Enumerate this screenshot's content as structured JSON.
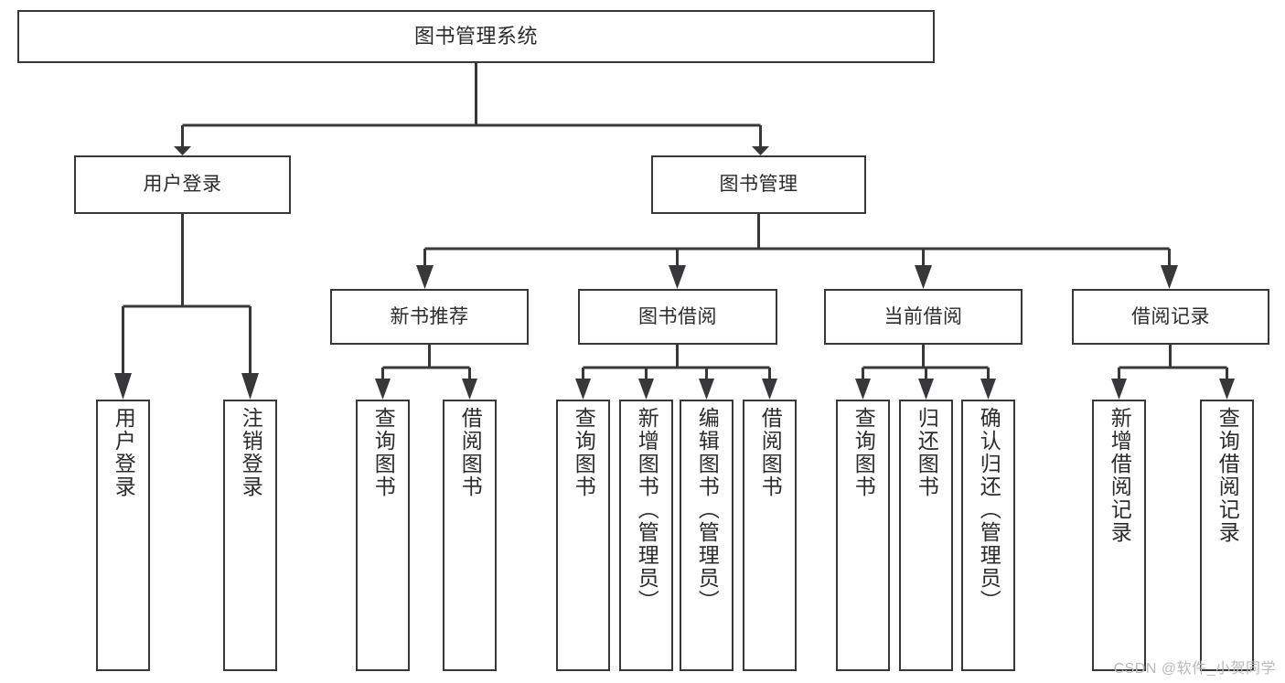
{
  "diagram": {
    "title": "图书管理系统",
    "type": "tree",
    "watermark": "CSDN @软件_小贺同学",
    "stroke_color": "#38383a",
    "fill_color": "#ffffff",
    "text_color": "#2b2b2b",
    "root": {
      "id": "root",
      "label": "图书管理系统"
    },
    "level2": [
      {
        "id": "user-login",
        "label": "用户登录"
      },
      {
        "id": "book-manage",
        "label": "图书管理"
      }
    ],
    "level3": [
      {
        "id": "new-book-recommend",
        "label": "新书推荐",
        "parent": "book-manage"
      },
      {
        "id": "book-borrow",
        "label": "图书借阅",
        "parent": "book-manage"
      },
      {
        "id": "current-borrow",
        "label": "当前借阅",
        "parent": "book-manage"
      },
      {
        "id": "borrow-record",
        "label": "借阅记录",
        "parent": "book-manage"
      }
    ],
    "leaves": [
      {
        "id": "leaf-user-login",
        "label": "用户登录",
        "parent": "user-login"
      },
      {
        "id": "leaf-user-logout",
        "label": "注销登录",
        "parent": "user-login"
      },
      {
        "id": "leaf-query-book-1",
        "label": "查询图书",
        "parent": "new-book-recommend"
      },
      {
        "id": "leaf-borrow-book-1",
        "label": "借阅图书",
        "parent": "new-book-recommend"
      },
      {
        "id": "leaf-query-book-2",
        "label": "查询图书",
        "parent": "book-borrow"
      },
      {
        "id": "leaf-add-book",
        "label": "新增图书（管理员）",
        "parent": "book-borrow"
      },
      {
        "id": "leaf-edit-book",
        "label": "编辑图书（管理员）",
        "parent": "book-borrow"
      },
      {
        "id": "leaf-borrow-book-2",
        "label": "借阅图书",
        "parent": "book-borrow"
      },
      {
        "id": "leaf-query-book-3",
        "label": "查询图书",
        "parent": "current-borrow"
      },
      {
        "id": "leaf-return-book",
        "label": "归还图书",
        "parent": "current-borrow"
      },
      {
        "id": "leaf-confirm-return",
        "label": "确认归还（管理员）",
        "parent": "current-borrow"
      },
      {
        "id": "leaf-add-record",
        "label": "新增借阅记录",
        "parent": "borrow-record"
      },
      {
        "id": "leaf-query-record",
        "label": "查询借阅记录",
        "parent": "borrow-record"
      }
    ]
  }
}
